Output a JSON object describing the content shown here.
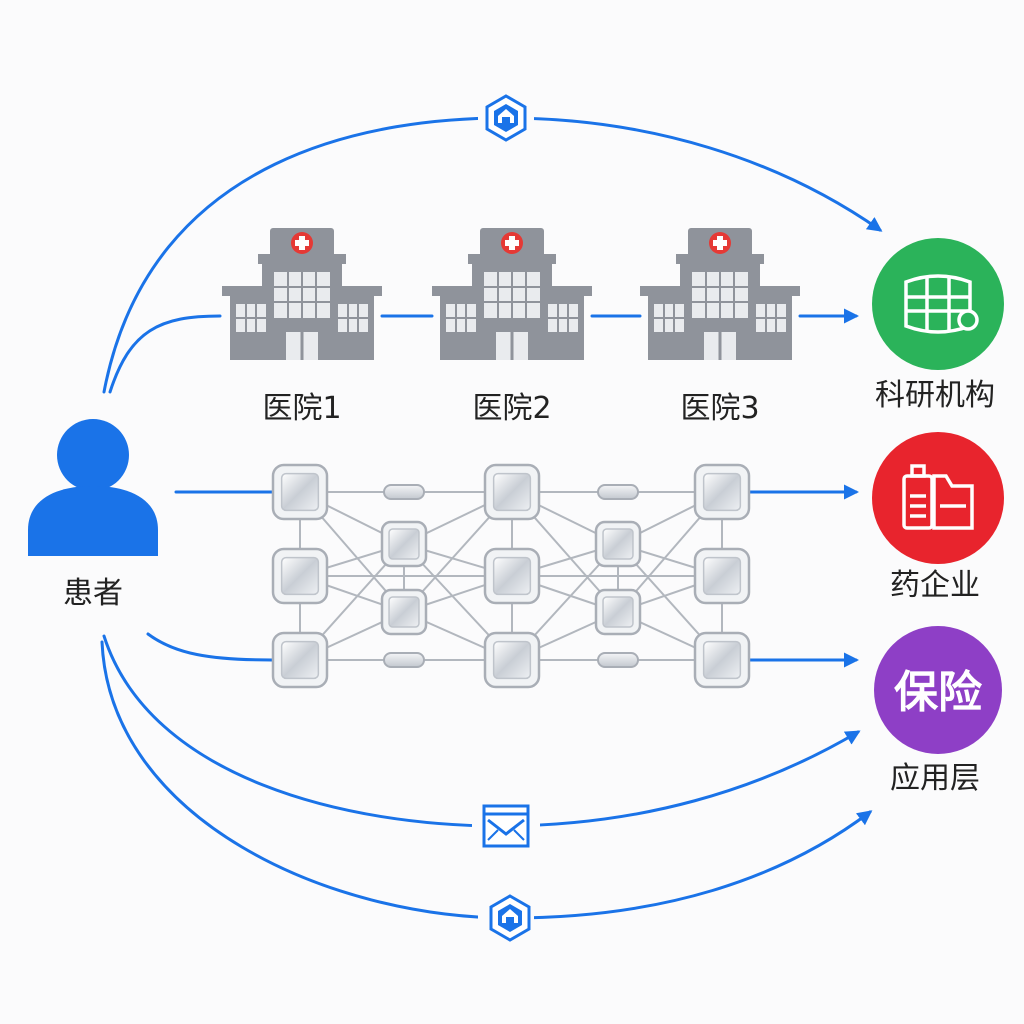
{
  "patient": {
    "label": "患者",
    "icon": "user-icon",
    "color": "#1a73e8"
  },
  "hospitals": [
    {
      "label": "医院1",
      "icon": "hospital-icon"
    },
    {
      "label": "医院2",
      "icon": "hospital-icon"
    },
    {
      "label": "医院3",
      "icon": "hospital-icon"
    }
  ],
  "destinations": [
    {
      "label": "科研机构",
      "icon": "research-grid-icon",
      "color": "#2bb35a"
    },
    {
      "label": "药企业",
      "icon": "folder-document-icon",
      "color": "#e8242d"
    },
    {
      "label": "应用层",
      "badge_text": "保险",
      "icon": "insurance-badge-icon",
      "color": "#8e3fc6"
    }
  ],
  "path_icons": [
    "hexagon-data-icon",
    "envelope-icon",
    "hexagon-data-icon"
  ],
  "colors": {
    "arrow": "#1a73e8",
    "hospital_gray": "#8f939b",
    "hospital_cross": "#e53935",
    "node_border": "#a9aeb6",
    "node_fill": "#dfe3e8"
  }
}
